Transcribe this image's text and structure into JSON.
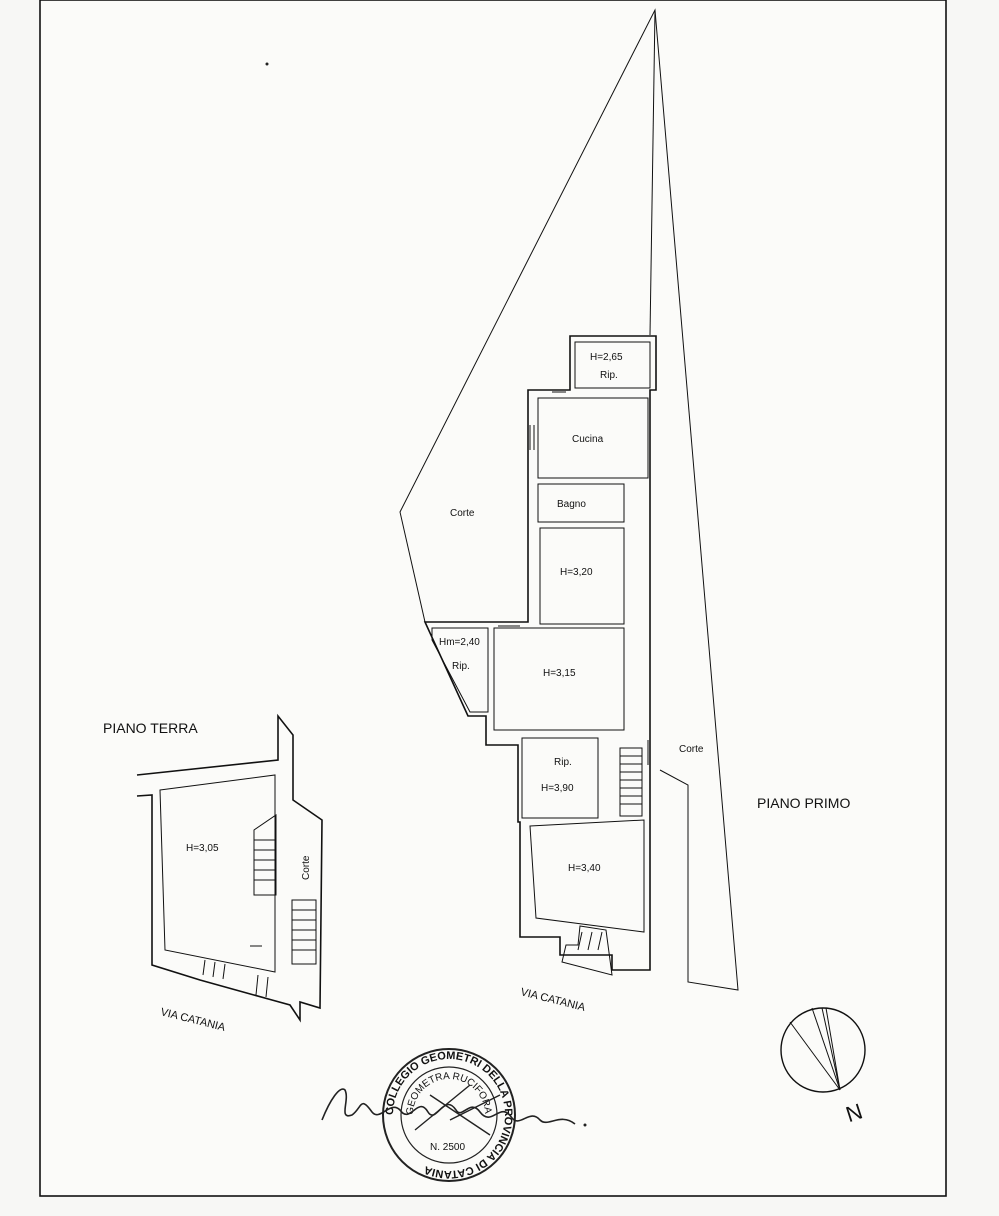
{
  "plan": {
    "ground_floor": {
      "title": "PIANO TERRA",
      "room_height": "H=3,05",
      "court": "Corte",
      "street": "VIA CATANIA"
    },
    "first_floor": {
      "title": "PIANO PRIMO",
      "street": "VIA CATANIA",
      "court_left": "Corte",
      "court_right": "Corte",
      "storage_top": {
        "height": "H=2,65",
        "name": "Rip."
      },
      "kitchen": "Cucina",
      "bathroom": "Bagno",
      "room_a": "H=3,20",
      "storage_side": {
        "height": "Hm=2,40",
        "name": "Rip."
      },
      "room_b": "H=3,15",
      "storage_mid": {
        "name": "Rip.",
        "height": "H=3,90"
      },
      "room_c": "H=3,40"
    },
    "north_label": "N"
  },
  "stamp": {
    "outer_text": "COLLEGIO GEOMETRI DELLA PROVINCIA DI CATANIA",
    "inner_text": "GEOMETRA RUCIFORA",
    "number": "N. 2500"
  }
}
